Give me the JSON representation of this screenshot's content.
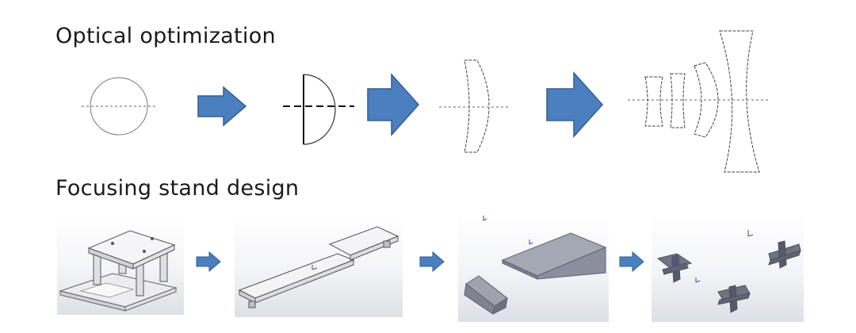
{
  "section_titles": {
    "optical": "Optical optimization",
    "stand": "Focusing stand design"
  },
  "colors": {
    "arrow_fill": "#4a7fc0",
    "arrow_stroke": "#2f5f99",
    "lens_line": "#555555",
    "part_gray": "#8a8d9a",
    "part_white": "#f4f4f6"
  },
  "icons": {
    "flow_arrow": "right-block-arrow",
    "origin_marker": "triad-icon"
  }
}
